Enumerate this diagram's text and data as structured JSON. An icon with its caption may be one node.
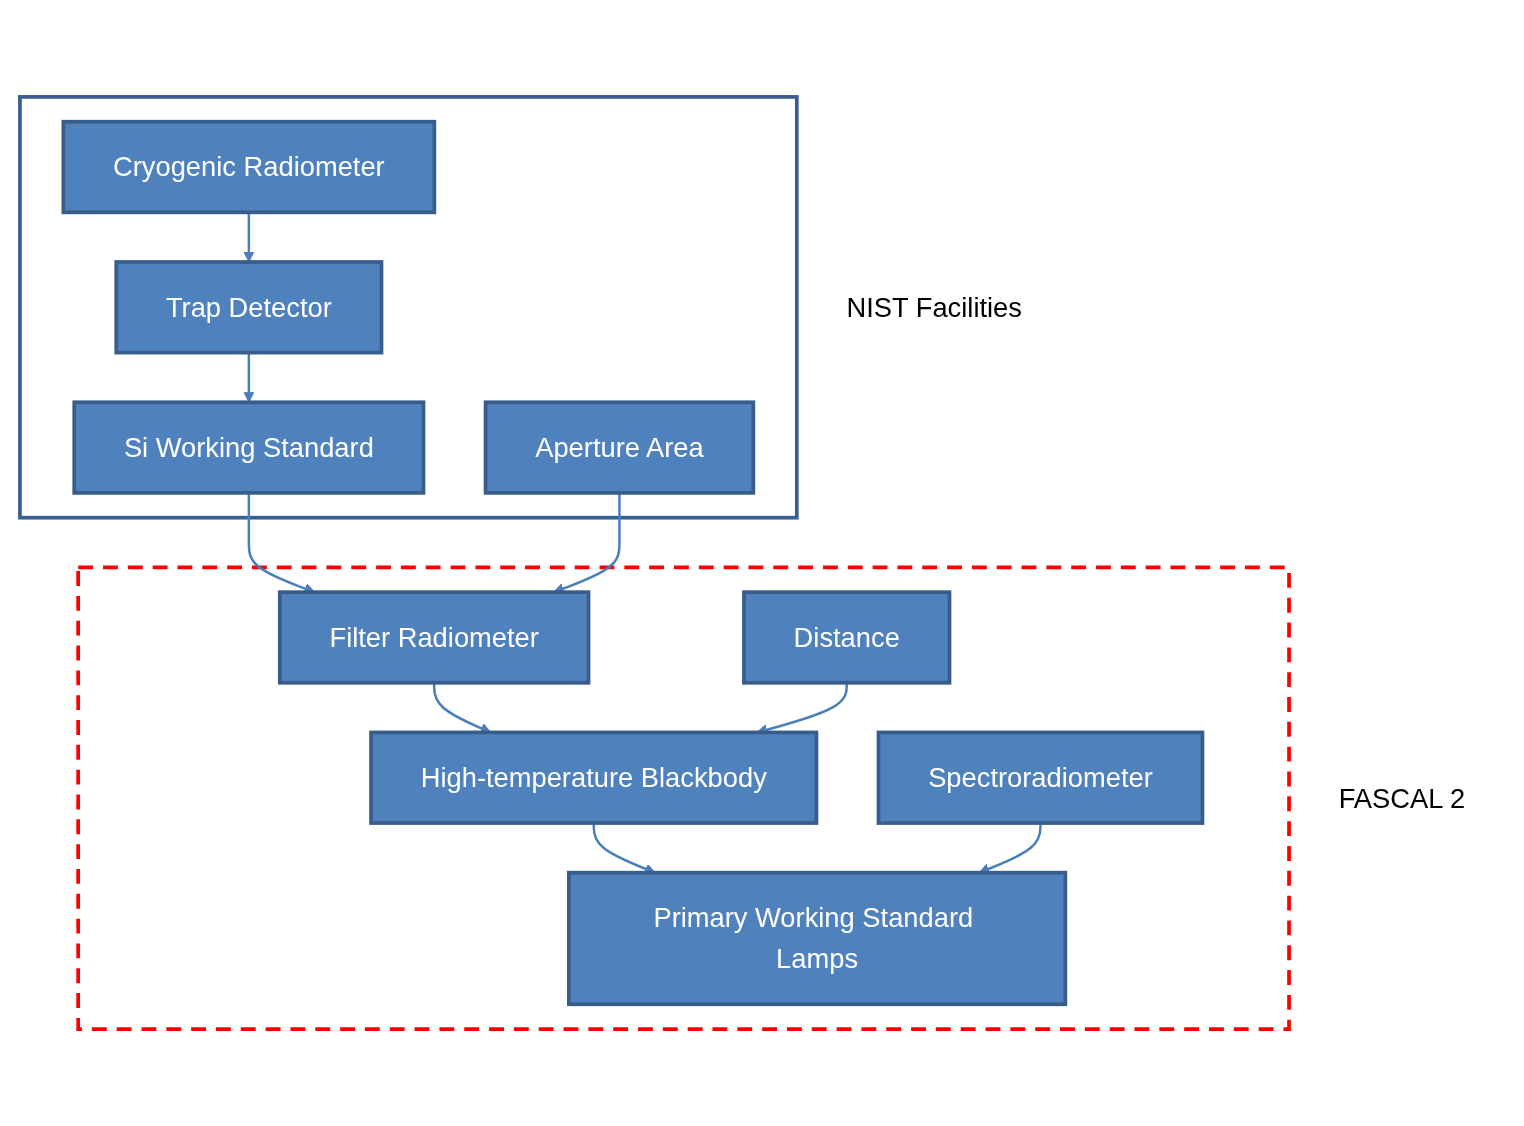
{
  "diagram": {
    "nodes": [
      {
        "text": [
          "NIST Facilities"
        ]
      },
      {
        "text": [
          "Cryogenic Radiometer"
        ],
        "in": 0
      },
      {
        "text": [
          "Trap Detector"
        ],
        "in": 0
      },
      {
        "text": [
          "Si Working Standard"
        ],
        "in": 0
      },
      {
        "text": [
          "Aperture Area"
        ],
        "in": 0
      },
      {
        "text": [
          "FASCAL 2"
        ]
      },
      {
        "text": [
          "Filter Radiometer"
        ],
        "in": 5
      },
      {
        "text": [
          "Distance"
        ],
        "in": 5
      },
      {
        "text": [
          "High-temperature Blackbody"
        ],
        "in": 5
      },
      {
        "text": [
          "Primary Working Standard Lamps"
        ],
        "in": 5
      },
      {
        "text": [
          "Spectroradiometer"
        ],
        "in": 5
      }
    ],
    "edges": [
      {
        "from": 1,
        "to": 2,
        "arrow": "to"
      },
      {
        "from": 2,
        "to": 3,
        "arrow": "to"
      },
      {
        "from": 3,
        "to": 6,
        "arrow": "to"
      },
      {
        "from": 4,
        "to": 6,
        "arrow": "to"
      },
      {
        "from": 6,
        "to": 8,
        "arrow": "to"
      },
      {
        "from": 7,
        "to": 8,
        "arrow": "to"
      },
      {
        "from": 8,
        "to": 9,
        "arrow": "to"
      },
      {
        "from": 10,
        "to": 9,
        "arrow": "to"
      }
    ]
  }
}
